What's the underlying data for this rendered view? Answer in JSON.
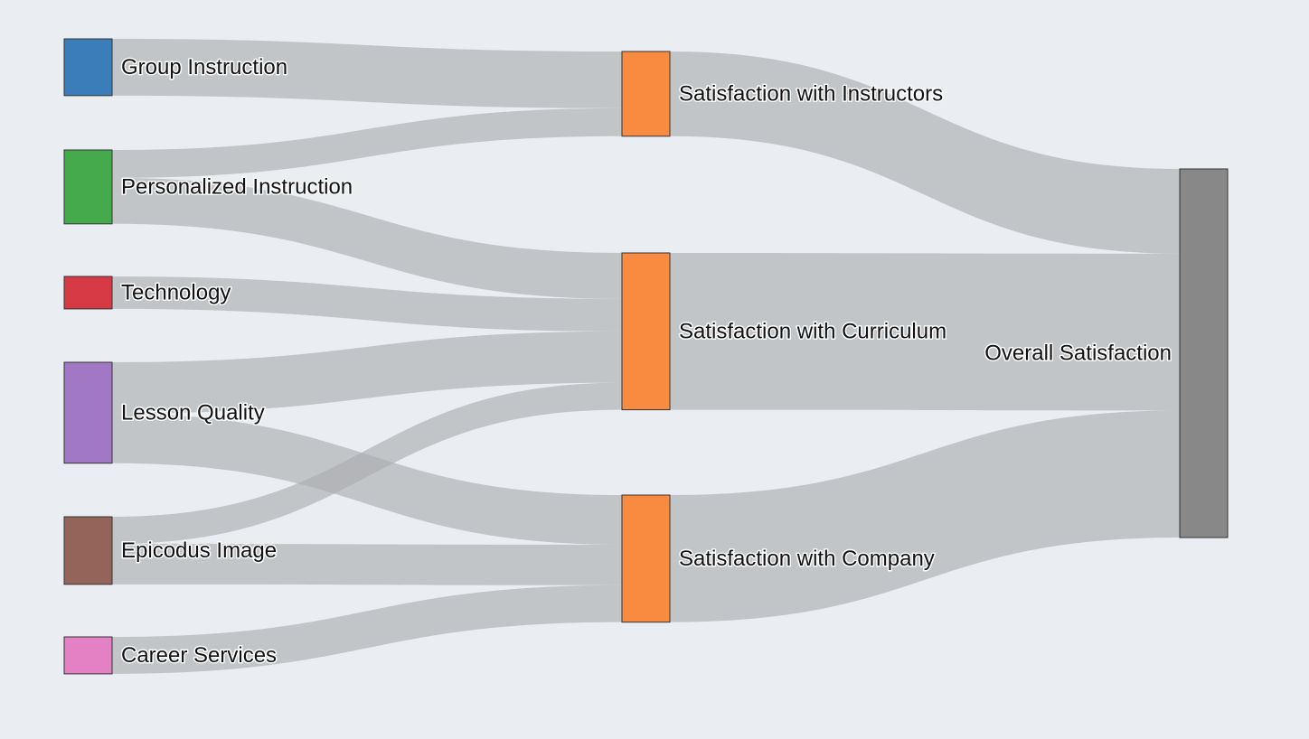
{
  "colors": {
    "background": "#eaeef2",
    "link": "#a9abae"
  },
  "nodes": [
    {
      "id": "group_instruction",
      "label": "Group Instruction",
      "color": "#3a7db8"
    },
    {
      "id": "personalized_instruction",
      "label": "Personalized Instruction",
      "color": "#44aa4c"
    },
    {
      "id": "technology",
      "label": "Technology",
      "color": "#d63b45"
    },
    {
      "id": "lesson_quality",
      "label": "Lesson Quality",
      "color": "#a078c4"
    },
    {
      "id": "epicodus_image",
      "label": "Epicodus Image",
      "color": "#94645a"
    },
    {
      "id": "career_services",
      "label": "Career Services",
      "color": "#e480c4"
    },
    {
      "id": "sat_instructors",
      "label": "Satisfaction with Instructors",
      "color": "#f98b40"
    },
    {
      "id": "sat_curriculum",
      "label": "Satisfaction with Curriculum",
      "color": "#f98b40"
    },
    {
      "id": "sat_company",
      "label": "Satisfaction with Company",
      "color": "#f98b40"
    },
    {
      "id": "overall",
      "label": "Overall Satisfaction",
      "color": "#888888"
    }
  ],
  "links": [
    {
      "source": "group_instruction",
      "target": "sat_instructors",
      "value": 63
    },
    {
      "source": "personalized_instruction",
      "target": "sat_instructors",
      "value": 31
    },
    {
      "source": "personalized_instruction",
      "target": "sat_curriculum",
      "value": 51
    },
    {
      "source": "technology",
      "target": "sat_curriculum",
      "value": 36
    },
    {
      "source": "lesson_quality",
      "target": "sat_curriculum",
      "value": 57
    },
    {
      "source": "lesson_quality",
      "target": "sat_company",
      "value": 55
    },
    {
      "source": "epicodus_image",
      "target": "sat_curriculum",
      "value": 30
    },
    {
      "source": "epicodus_image",
      "target": "sat_company",
      "value": 45
    },
    {
      "source": "career_services",
      "target": "sat_company",
      "value": 41
    },
    {
      "source": "sat_instructors",
      "target": "overall",
      "value": 94
    },
    {
      "source": "sat_curriculum",
      "target": "overall",
      "value": 174
    },
    {
      "source": "sat_company",
      "target": "overall",
      "value": 141
    }
  ]
}
